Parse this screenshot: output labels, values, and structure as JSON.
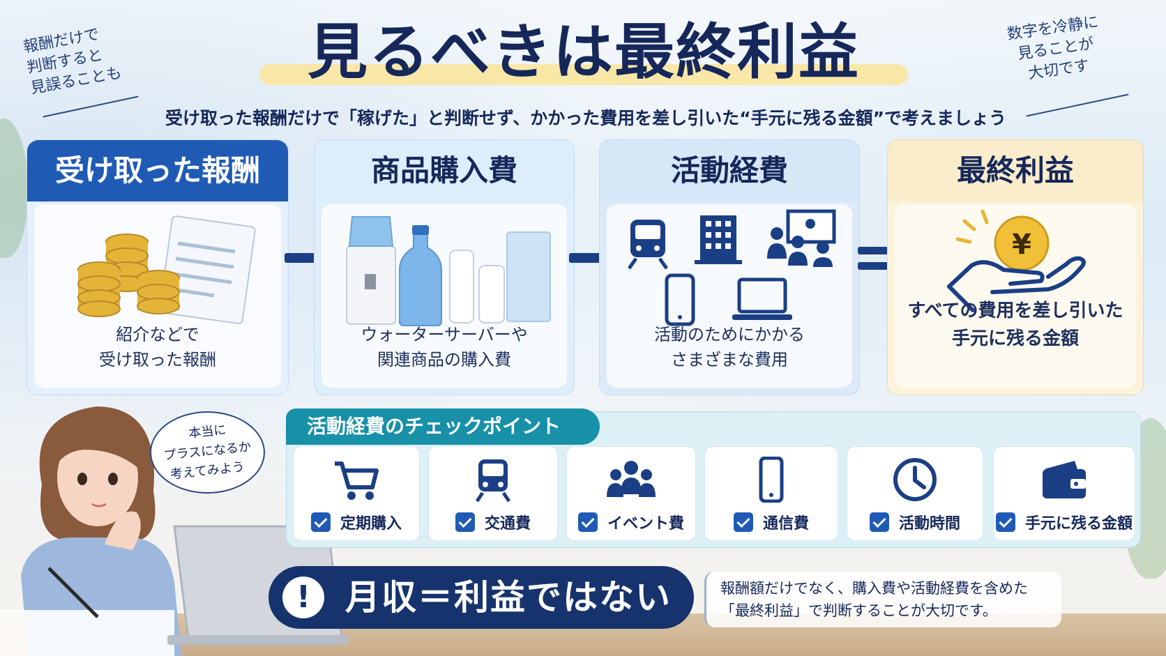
{
  "title": "見るべきは最終利益",
  "subtitle": "受け取った報酬だけで「稼げた」と判断せず、かかった費用を差し引いた“手元に残る金額”で考えましょう",
  "notes": {
    "left": [
      "報酬だけで",
      "判断すると",
      "見誤ることも"
    ],
    "right": [
      "数字を冷静に",
      "見ることが",
      "大切です"
    ]
  },
  "cards": [
    {
      "title": "受け取った報酬",
      "lines": [
        "紹介などで",
        "受け取った報酬"
      ]
    },
    {
      "title": "商品購入費",
      "lines": [
        "ウォーターサーバーや",
        "関連商品の購入費"
      ]
    },
    {
      "title": "活動経費",
      "lines": [
        "活動のためにかかる",
        "さまざまな費用"
      ]
    },
    {
      "title": "最終利益",
      "lines": [
        "すべての費用を差し引いた",
        "手元に残る金額"
      ]
    }
  ],
  "coin_symbol": "¥",
  "checkpoints": {
    "title": "活動経費のチェックポイント",
    "items": [
      {
        "label": "定期購入",
        "icon": "cart-icon"
      },
      {
        "label": "交通費",
        "icon": "train-icon"
      },
      {
        "label": "イベント費",
        "icon": "people-icon"
      },
      {
        "label": "通信費",
        "icon": "smartphone-icon"
      },
      {
        "label": "活動時間",
        "icon": "clock-icon"
      },
      {
        "label": "手元に残る金額",
        "icon": "wallet-icon"
      }
    ]
  },
  "bubble": [
    "本当に",
    "プラスになるか",
    "考えてみよう"
  ],
  "banner": {
    "mark": "!",
    "text": "月収＝利益ではない",
    "note": [
      "報酬額だけでなく、購入費や活動経費を含めた",
      "「最終利益」で判断することが大切です。"
    ]
  },
  "colors": {
    "navy": "#16285a",
    "blue": "#1f5bb5",
    "teal": "#1790a8",
    "gold": "#e8b530",
    "highlight": "#f9e7a8"
  }
}
